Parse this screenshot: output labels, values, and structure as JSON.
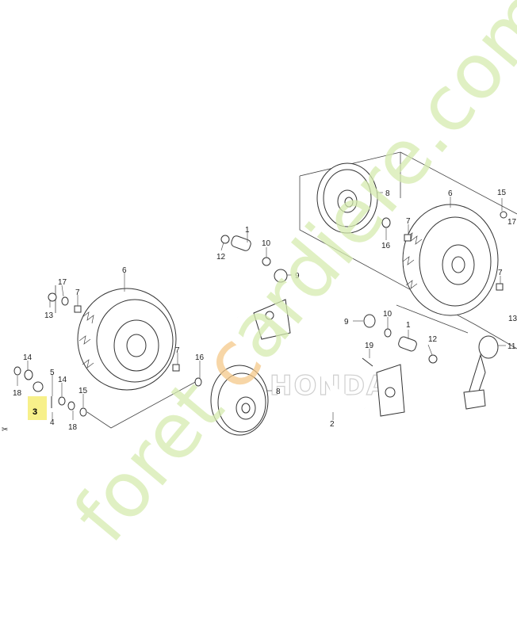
{
  "diagram": {
    "brand_mark": "HONDA",
    "watermark": {
      "text_a": "foret",
      "text_c": "c",
      "text_b": "ardiere.com",
      "color": "#d6ecb0",
      "accent": "#f5c98a"
    },
    "highlight_color": "#f7f08a",
    "highlighted_callout": "3",
    "callouts": [
      {
        "id": "c1a",
        "label": "1"
      },
      {
        "id": "c1b",
        "label": "1"
      },
      {
        "id": "c2",
        "label": "2"
      },
      {
        "id": "c3",
        "label": "3"
      },
      {
        "id": "c4",
        "label": "4"
      },
      {
        "id": "c5",
        "label": "5"
      },
      {
        "id": "c6a",
        "label": "6"
      },
      {
        "id": "c6b",
        "label": "6"
      },
      {
        "id": "c7a",
        "label": "7"
      },
      {
        "id": "c7b",
        "label": "7"
      },
      {
        "id": "c7c",
        "label": "7"
      },
      {
        "id": "c7d",
        "label": "7"
      },
      {
        "id": "c8a",
        "label": "8"
      },
      {
        "id": "c8b",
        "label": "8"
      },
      {
        "id": "c9a",
        "label": "9"
      },
      {
        "id": "c9b",
        "label": "9"
      },
      {
        "id": "c10a",
        "label": "10"
      },
      {
        "id": "c10b",
        "label": "10"
      },
      {
        "id": "c11",
        "label": "11"
      },
      {
        "id": "c12a",
        "label": "12"
      },
      {
        "id": "c12b",
        "label": "12"
      },
      {
        "id": "c13a",
        "label": "13"
      },
      {
        "id": "c13b",
        "label": "13"
      },
      {
        "id": "c14a",
        "label": "14"
      },
      {
        "id": "c14b",
        "label": "14"
      },
      {
        "id": "c15a",
        "label": "15"
      },
      {
        "id": "c15b",
        "label": "15"
      },
      {
        "id": "c16a",
        "label": "16"
      },
      {
        "id": "c16b",
        "label": "16"
      },
      {
        "id": "c17a",
        "label": "17"
      },
      {
        "id": "c17b",
        "label": "17"
      },
      {
        "id": "c18a",
        "label": "18"
      },
      {
        "id": "c18b",
        "label": "18"
      },
      {
        "id": "c19",
        "label": "19"
      }
    ]
  }
}
